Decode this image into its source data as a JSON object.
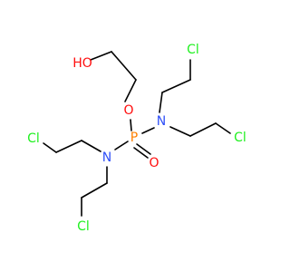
{
  "molecule": {
    "atoms": {
      "ho": {
        "label": "HO",
        "element": "O",
        "color": "#ff0d0d"
      },
      "o1": {
        "label": "O",
        "element": "O",
        "color": "#ff0d0d"
      },
      "p": {
        "label": "P",
        "element": "P",
        "color": "#ff8000"
      },
      "o2": {
        "label": "O",
        "element": "O",
        "color": "#ff0d0d"
      },
      "n1": {
        "label": "N",
        "element": "N",
        "color": "#3050f8"
      },
      "n2": {
        "label": "N",
        "element": "N",
        "color": "#3050f8"
      },
      "cl1": {
        "label": "Cl",
        "element": "Cl",
        "color": "#1ff01f"
      },
      "cl2": {
        "label": "Cl",
        "element": "Cl",
        "color": "#1ff01f"
      },
      "cl3": {
        "label": "Cl",
        "element": "Cl",
        "color": "#1ff01f"
      },
      "cl4": {
        "label": "Cl",
        "element": "Cl",
        "color": "#1ff01f"
      }
    }
  }
}
